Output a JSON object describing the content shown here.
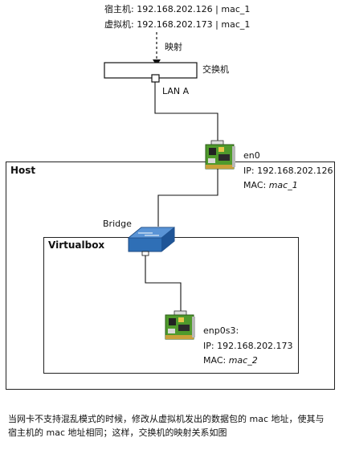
{
  "top_labels": {
    "host_line": "宿主机: 192.168.202.126 | mac_1",
    "vm_line": "虚拟机: 192.168.202.173 | mac_1",
    "mapping": "映射"
  },
  "switch": {
    "label": "交换机",
    "port_label": "LAN A"
  },
  "host": {
    "title": "Host",
    "nic": {
      "name": "en0",
      "ip": "IP: 192.168.202.126",
      "mac_prefix": "MAC: ",
      "mac_value": "mac_1"
    }
  },
  "bridge": {
    "label": "Bridge"
  },
  "virtualbox": {
    "title": "Virtualbox",
    "nic": {
      "name": "enp0s3:",
      "ip": "IP: 192.168.202.173",
      "mac_prefix": "MAC: ",
      "mac_value": "mac_2"
    }
  },
  "caption": "当网卡不支持混乱模式的时候，修改从虚拟机发出的数据包的 mac 地址，使其与宿主机的 mac 地址相同；这样，交换机的映射关系如图",
  "colors": {
    "nic_green": "#4f9a2c",
    "bridge_blue": "#2f6fb6"
  }
}
